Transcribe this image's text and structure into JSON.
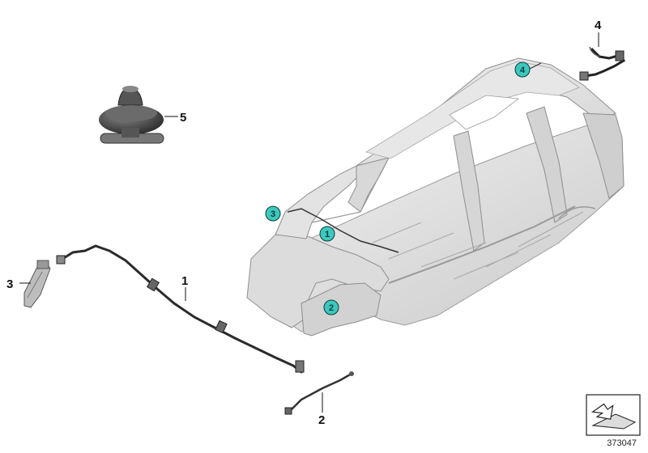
{
  "diagram": {
    "number": "373047",
    "accent": "#3cc8bd",
    "part_callouts": [
      {
        "id": "p1",
        "label": "1"
      },
      {
        "id": "p2",
        "label": "2"
      },
      {
        "id": "p3",
        "label": "3"
      },
      {
        "id": "p4",
        "label": "4"
      },
      {
        "id": "p5",
        "label": "5"
      }
    ],
    "location_badges": [
      {
        "id": "b1",
        "label": "1"
      },
      {
        "id": "b2",
        "label": "2"
      },
      {
        "id": "b3",
        "label": "3"
      },
      {
        "id": "b4",
        "label": "4"
      }
    ],
    "icons": {
      "nav": "arrow-navigation-icon"
    }
  }
}
